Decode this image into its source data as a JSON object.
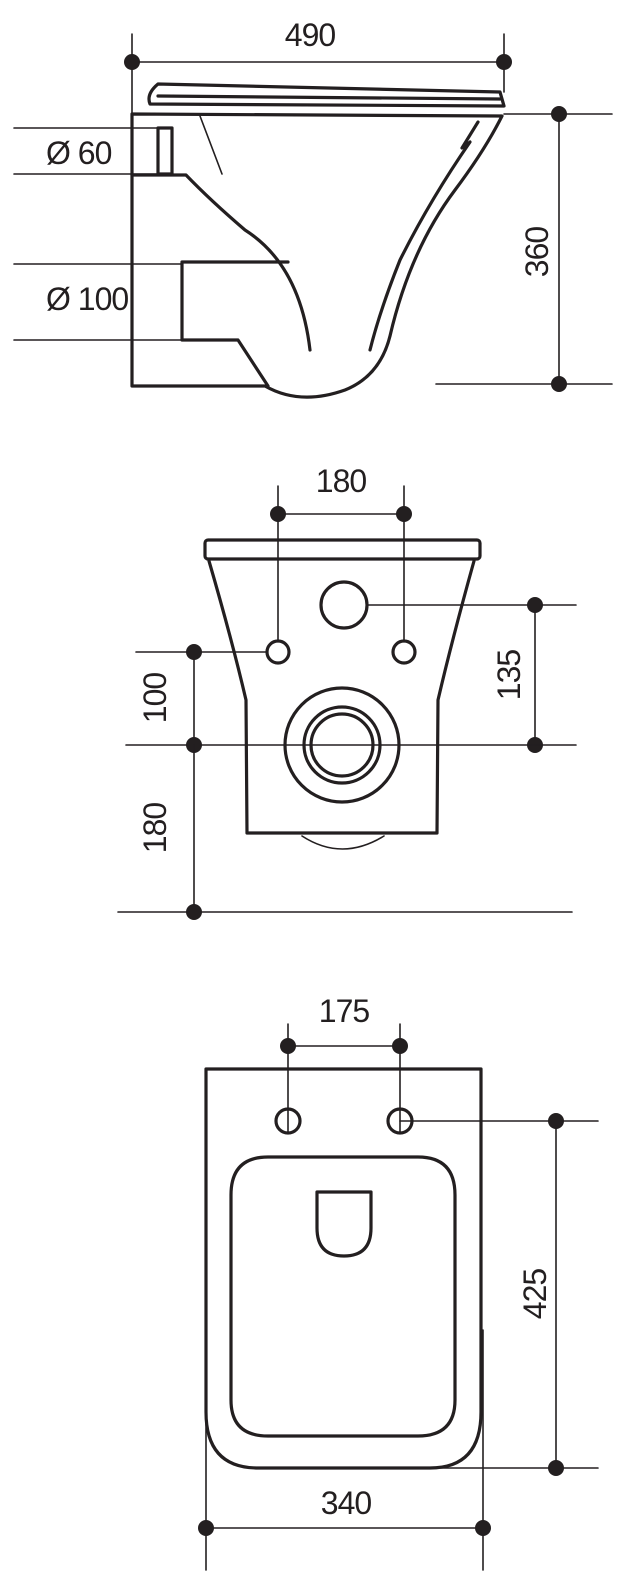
{
  "views": {
    "side": {
      "dim_width": "490",
      "dim_height": "360",
      "dim_pipe_small": "Ø 60",
      "dim_pipe_large": "Ø 100"
    },
    "back": {
      "dim_bolt_spacing": "180",
      "dim_inlet_to_outlet": "135",
      "dim_bolt_to_outlet": "100",
      "dim_outlet_to_floor": "180"
    },
    "top": {
      "dim_bolt_spacing": "175",
      "dim_length": "425",
      "dim_width": "340"
    }
  },
  "colors": {
    "line": "#231f20",
    "background": "#ffffff"
  }
}
